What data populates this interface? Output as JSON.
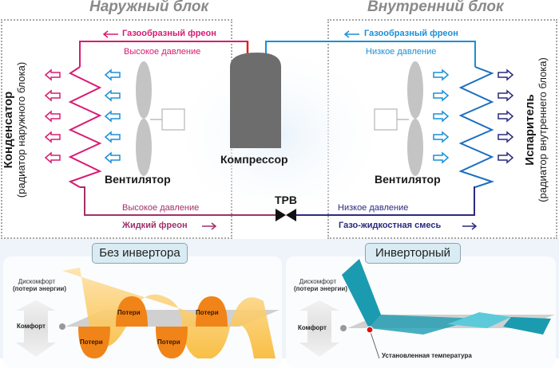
{
  "outdoor": {
    "title": "Наружный блок",
    "gas_label": "Газообразный фреон",
    "high_pressure_top": "Высокое давление",
    "high_pressure_bottom": "Высокое давление",
    "liquid_label": "Жидкий фреон",
    "fan_label": "Вентилятор",
    "condenser_title": "Конденсатор",
    "condenser_sub": "(радиатор наружного блока)"
  },
  "indoor": {
    "title": "Внутренний блок",
    "gas_label": "Газообразный фреон",
    "low_pressure_top": "Низкое давление",
    "low_pressure_bottom": "Низкое давление",
    "mix_label": "Газо-жидкостная смесь",
    "fan_label": "Вентилятор",
    "evaporator_title": "Испаритель",
    "evaporator_sub": "(радиатор внутреннего блока)"
  },
  "compressor_label": "Компрессор",
  "valve_label": "ТРВ",
  "colors": {
    "hot": "#d81b72",
    "liquid": "#a0306a",
    "cold": "#1a8fd8",
    "mix": "#2a2a80",
    "compressor": "#6d6d6d",
    "fan": "#c4c4c4",
    "orange": "#f08418",
    "teal": "#1b9bb0"
  },
  "comparison": {
    "no_inverter": {
      "button": "Без инвертора",
      "discomfort": "Дискомфорт",
      "energy_loss": "(потери энергии)",
      "comfort": "Комфорт",
      "loss_labels": [
        "Потери",
        "Потери",
        "Потери",
        "Потери"
      ]
    },
    "inverter": {
      "button": "Инверторный",
      "discomfort": "Дискомфорт",
      "energy_loss": "(потери энергии)",
      "comfort": "Комфорт",
      "set_temp": "Установленная температура"
    }
  }
}
